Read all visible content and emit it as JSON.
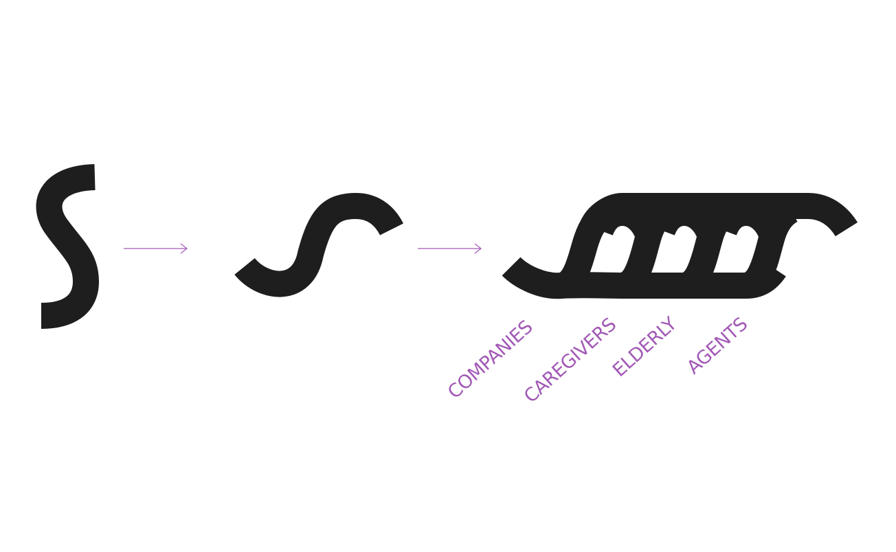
{
  "colors": {
    "background": "#ffffff",
    "mark": "#1e1e1e",
    "accent": "#a259b5"
  },
  "diagram": {
    "steps": [
      {
        "name": "vertical-s",
        "shape": "single S, upright"
      },
      {
        "name": "horizontal-wave",
        "shape": "single S, rotated to a wave"
      },
      {
        "name": "braided-chain",
        "shape": "four interlinked waves"
      }
    ],
    "arrows": [
      "right-arrow",
      "right-arrow"
    ],
    "labels": [
      "COMPANIES",
      "CAREGIVERS",
      "ELDERLY",
      "AGENTS"
    ]
  }
}
